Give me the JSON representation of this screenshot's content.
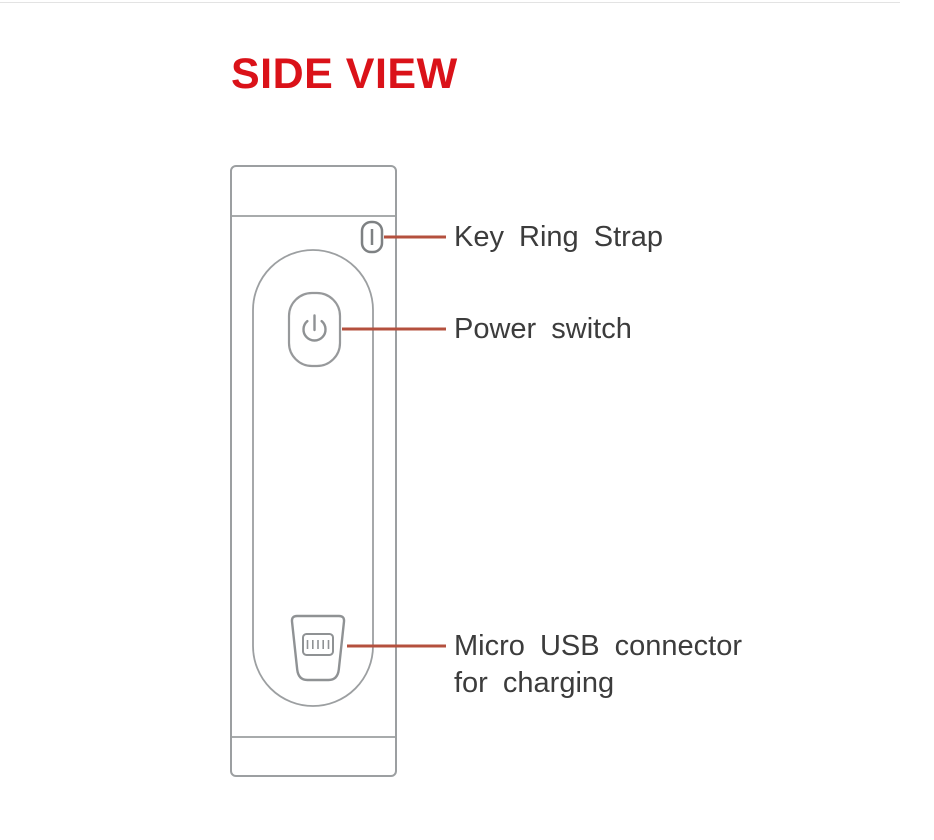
{
  "page": {
    "title": "SIDE VIEW"
  },
  "colors": {
    "title_red": "#da1219",
    "callout_line": "#b4503e",
    "label_text": "#3c3c3c",
    "diagram_line": "#9c9fa1"
  },
  "callouts": [
    {
      "id": "key-ring-strap",
      "label": "Key Ring Strap"
    },
    {
      "id": "power-switch",
      "label": "Power switch"
    },
    {
      "id": "micro-usb",
      "label_line1": "Micro USB connector",
      "label_line2": "for charging"
    }
  ],
  "icons": {
    "power_icon": "power-symbol",
    "key_ring_hole": "strap-hole",
    "micro_usb_port": "micro-usb-receptacle"
  }
}
